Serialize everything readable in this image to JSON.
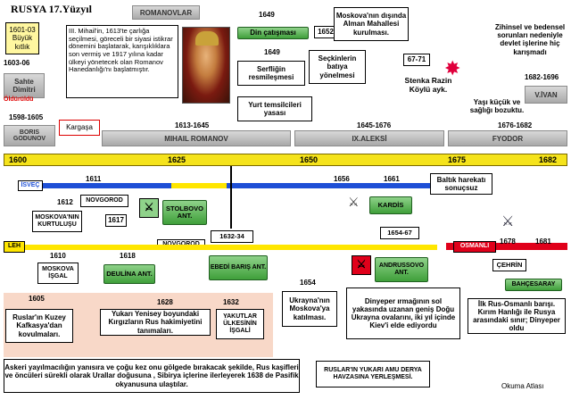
{
  "title": "RUSYA  17.Yüzyıl",
  "dynasty": "ROMANOVLAR",
  "timeline": {
    "years": [
      "1600",
      "1625",
      "1650",
      "1675",
      "1682"
    ]
  },
  "rulers": [
    {
      "name": "BORIS GODUNOV",
      "years": "1598-1605"
    },
    {
      "name": "MIHAIL ROMANOV",
      "years": "1613-1645"
    },
    {
      "name": "IX.ALEKSİ",
      "years": "1645-1676"
    },
    {
      "name": "FYODOR",
      "years": "1676-1682"
    },
    {
      "name": "V.İVAN",
      "years": "1682-1696"
    },
    {
      "name": "Sahte Dimitri",
      "years": "1603-06"
    }
  ],
  "texts": {
    "famine": "1601-03 Büyük kıtlık",
    "killed": "Öldürüldü",
    "kargasa": "Kargaşa",
    "mihail": "III. Mihail'in, 1613'te çarlığa seçilmesi, göreceli bir siyasi istikrar dönemini başlatarak, karışıklıklara son vermiş ve 1917 yılına kadar ülkeyi yönetecek olan Romanov Hanedanlığı'nı başlatmıştır.",
    "year1649": "1649",
    "din": "Din çatışması",
    "y1652": "1652",
    "alman": "Moskova'nın dışında Alman Mahallesi kurulması.",
    "year1649b": "1649",
    "serflik": "Serfliğin resmileşmesi",
    "batiya": "Seçkinlerin batıya yönelmesi",
    "y6771": "67-71",
    "stenka": "Stenka Razin Köylü ayk.",
    "yurt": "Yurt temsilcileri yasası",
    "zihinsel": "Zihinsel ve bedensel sorunları nedeniyle devlet işlerine hiç karışmadı",
    "yasi": "Yaşı küçük ve sağlığı bozuktu.",
    "isvec": "İSVEÇ",
    "leh": "LEH",
    "osmanli": "OSMANLI",
    "y1611": "1611",
    "y1612": "1612",
    "novgorod1": "NOVGOROD",
    "y1617": "1617",
    "stolbovo": "STOLBOVO ANT.",
    "moskova_kurtulusu": "MOSKOVA'NIN KURTULUŞU",
    "novgorod2": "NOVGOROD",
    "y1632": "1632-34",
    "y1656": "1656",
    "y1661": "1661",
    "baltik": "Baltık harekatı sonuçsuz",
    "kardis": "KARDİS",
    "y1654_67": "1654-67",
    "y1610": "1610",
    "y1618": "1618",
    "moskova_isgal": "MOSKOVA İŞGAL",
    "deulina": "DEULİNA ANT.",
    "ebedi": "EBEDİ BARIŞ ANT.",
    "y1654": "1654",
    "ukrayna": "Ukrayna'nın Moskova'ya katılması.",
    "andrussovo": "ANDRUSSOVO ANT.",
    "y1678": "1678",
    "y1681": "1681",
    "cehrin": "ÇEHRİN",
    "bahcesaray": "BAHÇESARAY",
    "dinyeper": "Dinyeper ırmağının sol yakasında uzanan geniş Doğu Ukrayna ovalarını, iki yıl içinde Kiev'i elde ediyordu",
    "ilk": "İlk Rus-Osmanlı barışı. Kırım Hanlığı ile Rusya arasındaki sınır; Dinyeper oldu",
    "y1605": "1605",
    "kuzey": "Ruslar'ın Kuzey Kafkasya'dan kovulmaları.",
    "y1628": "1628",
    "yenisey": "Yukarı Yenisey boyundaki Kırgızların Rus hakimiyetini tanımaları.",
    "y1632b": "1632",
    "yakutlar": "YAKUTLAR ÜLKESİNİN İŞGALİ",
    "askeri": "Askeri yayılmacılığın yanısıra ve çoğu kez onu gölgede bırakacak şekilde, Rus kaşifleri ve öncüleri sürekli olarak Urallar doğusuna , Sibirya içlerine ilerleyerek 1638 de Pasifik okyanusuna ulaştılar.",
    "amu": "RUSLAR'IN YUKARI AMU DERYA HAVZASINA YERLEŞMESİ.",
    "source": "Okuma Atlası"
  }
}
